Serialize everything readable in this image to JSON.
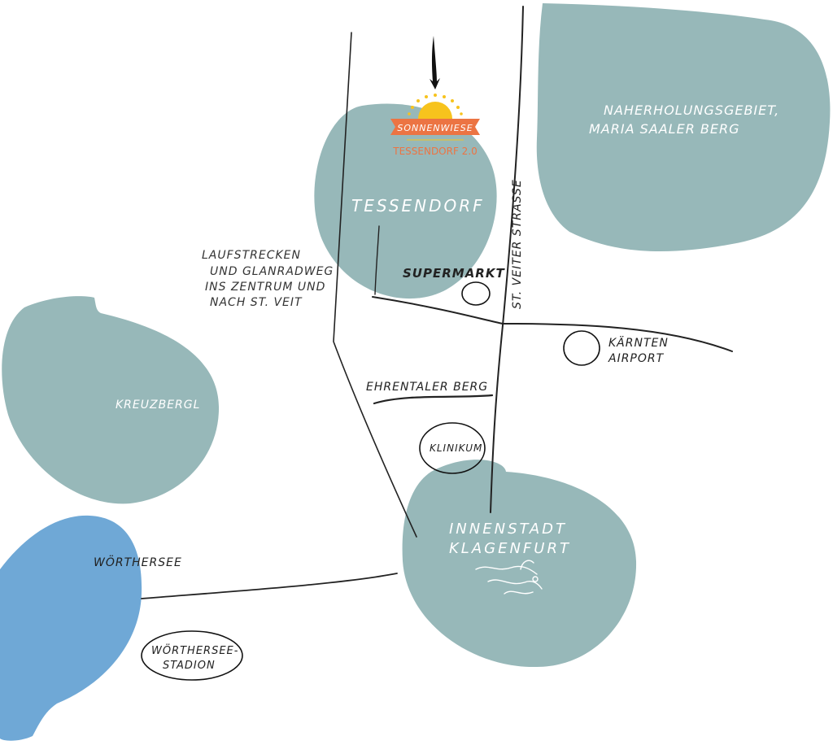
{
  "colors": {
    "green_area": "#97b8b9",
    "lake": "#6fa8d6",
    "road": "#222222",
    "logo_orange": "#ec7443",
    "logo_sun": "#f7c31d"
  },
  "logo": {
    "banner_text": "SONNENWIESE",
    "subtitle": "TESSENDORF 2.0",
    "pointer_icon": "arrow-down-icon"
  },
  "areas": {
    "naherholung_line1": "NAHERHOLUNGSGEBIET,",
    "naherholung_line2": "MARIA SAALER BERG",
    "tessendorf": "TESSENDORF",
    "kreuzbergl": "KREUZBERGL",
    "innenstadt_line1": "INNENSTADT",
    "innenstadt_line2": "KLAGENFURT",
    "innenstadt_icon": "lindwurm-dragon-icon",
    "woerthersee": "WÖRTHERSEE"
  },
  "roads": {
    "st_veiter_strasse": "ST. VEITER STRASSE",
    "ehrentaler_berg": "EHRENTALER BERG"
  },
  "notes": {
    "lauf_line1": "LAUFSTRECKEN",
    "lauf_line2": "UND GLANRADWEG",
    "lauf_line3": "INS ZENTRUM UND",
    "lauf_line4": "NACH ST. VEIT"
  },
  "places": {
    "supermarkt": "SUPERMARKT",
    "airport_line1": "KÄRNTEN",
    "airport_line2": "AIRPORT",
    "klinikum": "KLINIKUM",
    "stadion_line1": "WÖRTHERSEE-",
    "stadion_line2": "STADION"
  }
}
